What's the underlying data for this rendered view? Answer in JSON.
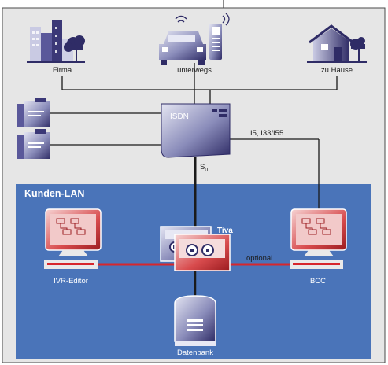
{
  "labels": {
    "firma": "Firma",
    "unterwegs": "unterwegs",
    "zu_hause": "zu Hause",
    "isdn": "ISDN",
    "line_types": "I5, I33/I55",
    "s0_main": "S",
    "s0_sub": "0",
    "lan_title": "Kunden-LAN",
    "tiva": "Tiva",
    "optional": "optional",
    "ivr_editor": "IVR-Editor",
    "bcc": "BCC",
    "datenbank": "Datenbank"
  },
  "colors": {
    "frame_bg": "#e6e6e6",
    "lan_bg": "#4a74b9",
    "device_purple": "#2d2a63",
    "device_light": "#cfd0e6",
    "accent_red": "#d7262c",
    "line_dark": "#1a1a1a"
  }
}
